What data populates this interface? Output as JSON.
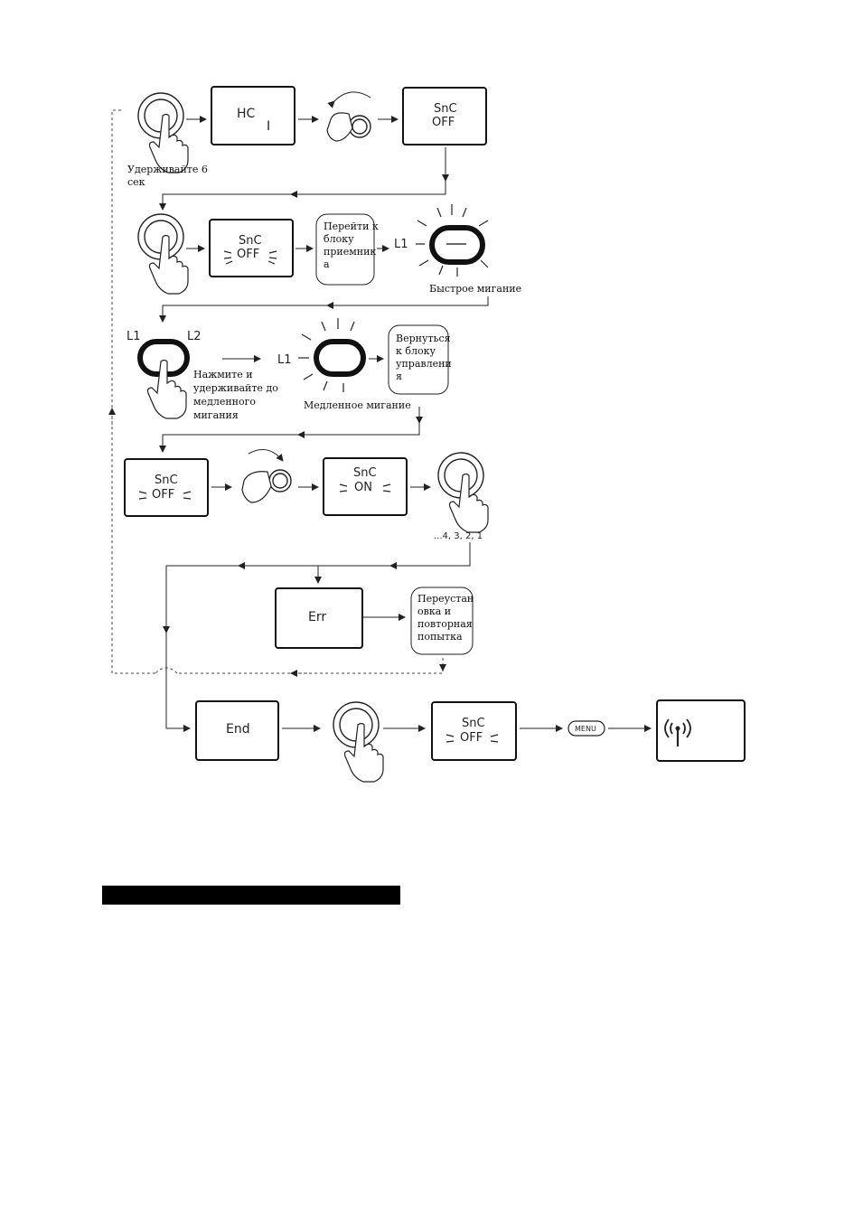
{
  "row1": {
    "hold_caption_line1": "Удерживайте 6",
    "hold_caption_line2": "сек",
    "display_hc_top": "HC",
    "display_hc_bottom": "I",
    "display_snc_top": "SnC",
    "display_snc_bottom": "OFF"
  },
  "row2": {
    "display_snc_top": "SnC",
    "display_snc_bottom": "OFF",
    "note_lines": [
      "Перейти к",
      "блоку",
      "приемник",
      "а"
    ],
    "l1_label": "L1",
    "fast_blink_caption": "Быстрое мигание"
  },
  "row3": {
    "l1_label": "L1",
    "l2_label": "L2",
    "press_caption_lines": [
      "Нажмите и",
      "удерживайте до",
      "медленного",
      "мигания"
    ],
    "l1_label_b": "L1",
    "slow_blink_caption": "Медленное мигание",
    "note_lines": [
      "Вернуться",
      "к блоку",
      "управлени",
      "я"
    ]
  },
  "row4": {
    "display_off_top": "SnC",
    "display_off_bottom": "OFF",
    "display_on_top": "SnC",
    "display_on_bottom": "ON",
    "countdown": "...4, 3, 2, 1"
  },
  "row5": {
    "err_label": "Err",
    "note_lines": [
      "Переустан",
      "овка и",
      "повторная",
      "попытка"
    ]
  },
  "row6": {
    "end_label": "End",
    "display_snc_top": "SnC",
    "display_snc_bottom": "OFF",
    "menu_button": "MENU",
    "signal_icon": "wireless-signal-icon"
  }
}
